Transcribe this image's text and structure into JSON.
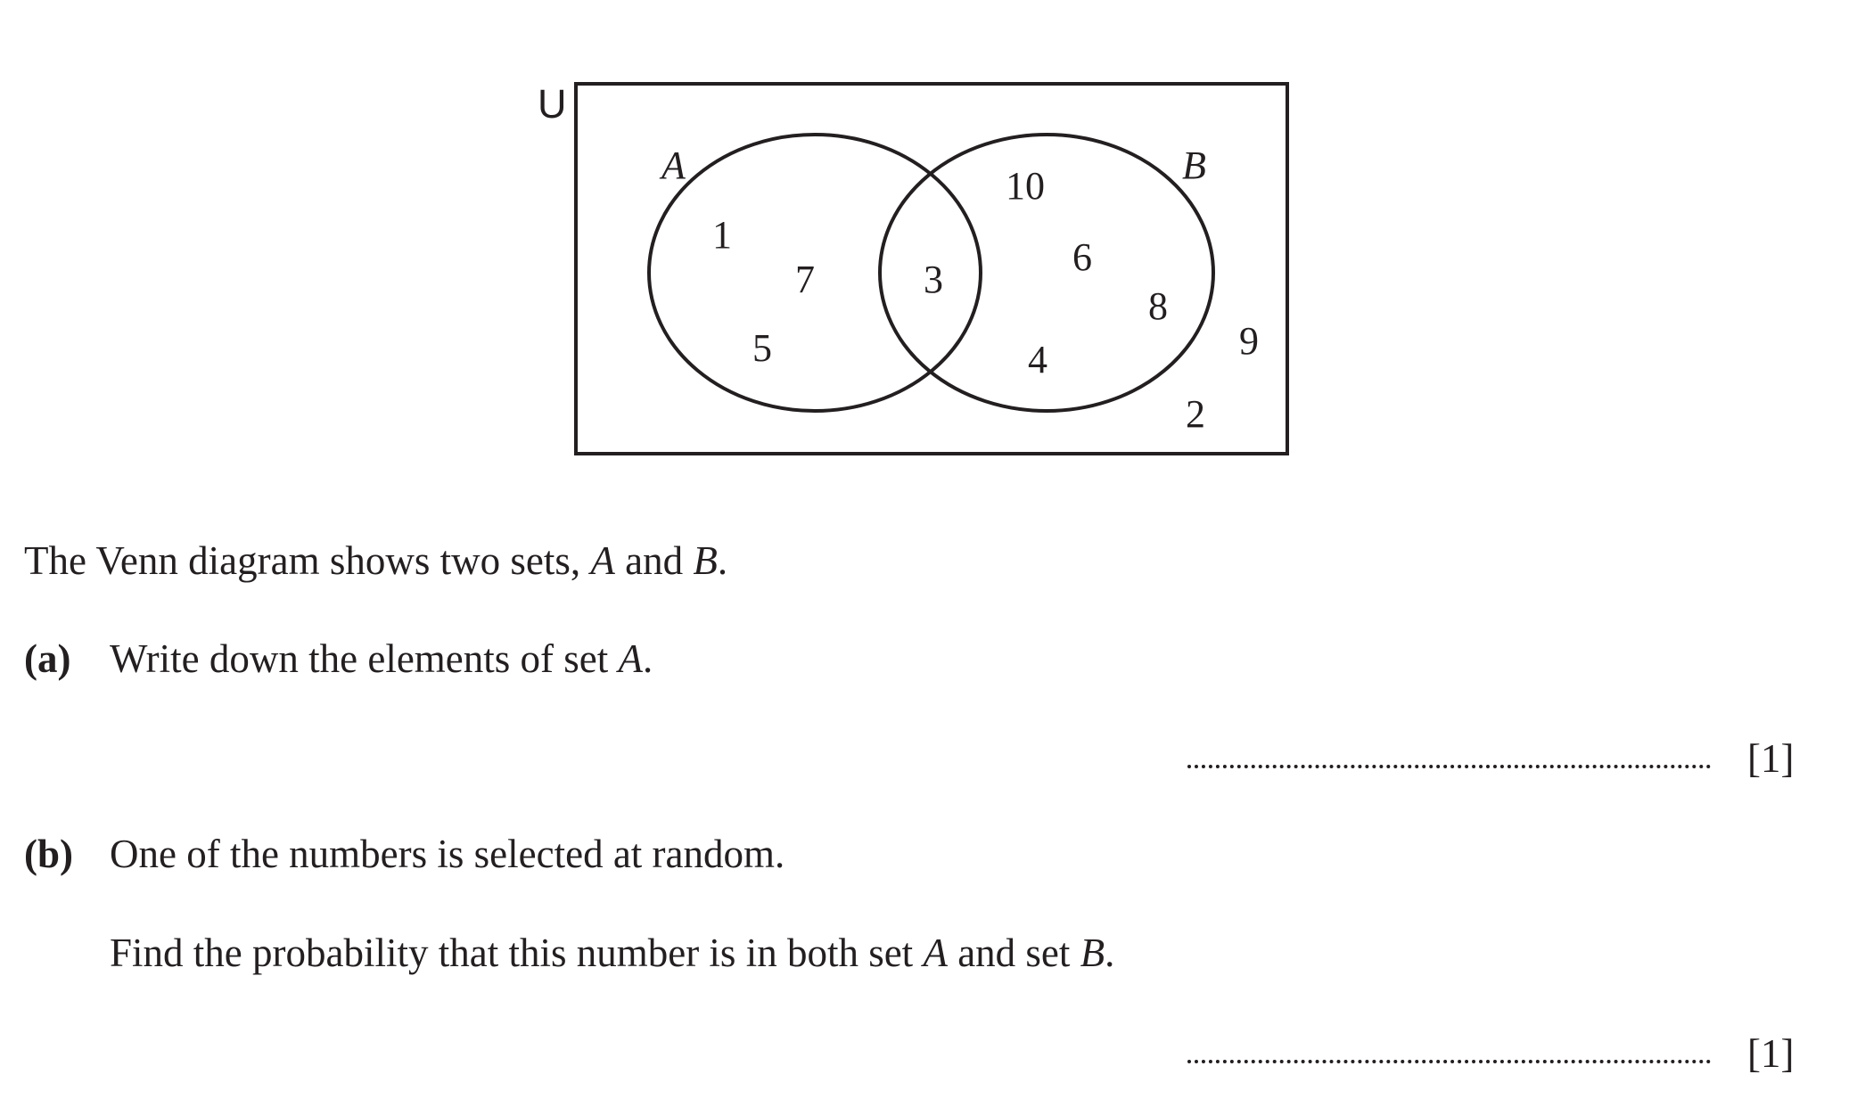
{
  "diagram": {
    "universe_label": "U",
    "set_a_label": "A",
    "set_b_label": "B",
    "only_a": [
      "1",
      "7",
      "5"
    ],
    "intersection": [
      "3"
    ],
    "only_b": [
      "10",
      "6",
      "8",
      "4"
    ],
    "outside": [
      "9",
      "2"
    ]
  },
  "question": {
    "intro_prefix": "The Venn diagram shows two sets, ",
    "intro_set_a": "A",
    "intro_and": " and ",
    "intro_set_b": "B",
    "intro_end": ".",
    "part_a": {
      "label": "(a)",
      "text": "Write down the elements of set ",
      "set": "A",
      "end": ".",
      "marks": "[1]"
    },
    "part_b": {
      "label": "(b)",
      "text": "One of the numbers is selected at random.",
      "find_text": "Find the probability that this number is in both set ",
      "find_set_a": "A",
      "find_and": " and set ",
      "find_set_b": "B",
      "find_end": ".",
      "marks": "[1]"
    }
  }
}
